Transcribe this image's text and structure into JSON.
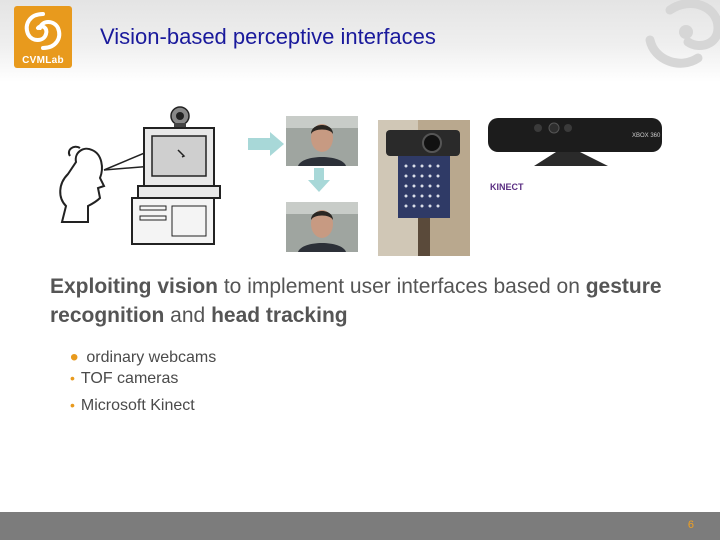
{
  "slide": {
    "title": "Vision-based perceptive interfaces",
    "logo_text": "CVMLab",
    "page_number": "6"
  },
  "images": {
    "kinect_label": "KINECT",
    "xbox_label": "XBOX 360"
  },
  "body": {
    "heading_parts": [
      {
        "text": "Exploiting vision",
        "bold": true
      },
      {
        "text": " to implement user interfaces based on ",
        "bold": false
      },
      {
        "text": "gesture recognition",
        "bold": true
      },
      {
        "text": " and ",
        "bold": false
      },
      {
        "text": "head tracking",
        "bold": true
      }
    ],
    "bullets": [
      {
        "text": "ordinary webcams",
        "level": 1
      },
      {
        "text": "TOF cameras",
        "level": 2
      },
      {
        "text": "Microsoft Kinect",
        "level": 2
      }
    ]
  },
  "colors": {
    "title": "#1a1a9c",
    "accent": "#e89a1d",
    "footer": "#7c7c7c"
  }
}
